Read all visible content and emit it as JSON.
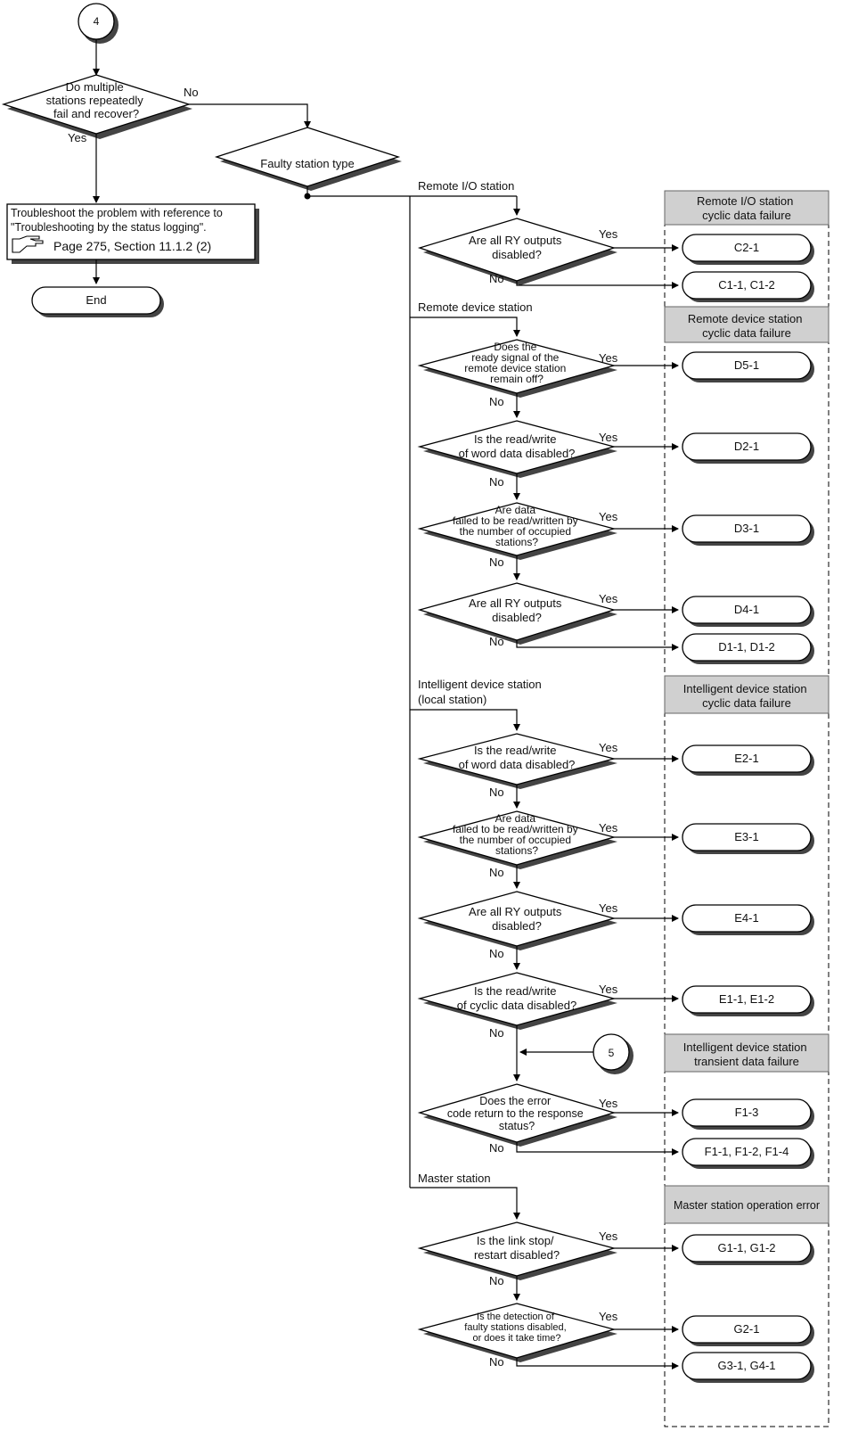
{
  "connectors": {
    "start": "4",
    "entry5": "5"
  },
  "start_decision": {
    "lines": [
      "Do multiple",
      "stations repeatedly",
      "fail and recover?"
    ],
    "yes": "Yes",
    "no": "No"
  },
  "troubleshoot": {
    "lines": [
      "Troubleshoot the problem with reference to",
      "\"Troubleshooting by the status logging\"."
    ],
    "ref": "Page 275, Section 11.1.2 (2)",
    "ref_icon": "pointing-hand-icon"
  },
  "end_label": "End",
  "station_type": "Faulty station type",
  "branches": {
    "remote_io": "Remote I/O station",
    "remote_device": "Remote device station",
    "intelligent_1": "Intelligent device station",
    "intelligent_2": "(local station)",
    "master": "Master station"
  },
  "categories": {
    "remote_io": [
      "Remote I/O station",
      "cyclic data failure"
    ],
    "remote_device": [
      "Remote device station",
      "cyclic data failure"
    ],
    "intelligent_cyclic": [
      "Intelligent device station",
      "cyclic data failure"
    ],
    "intelligent_transient": [
      "Intelligent device station",
      "transient data failure"
    ],
    "master": [
      "Master station operation error"
    ]
  },
  "decisions": {
    "io_ry": [
      "Are all RY outputs",
      "disabled?"
    ],
    "rd_ready": [
      "Does the",
      "ready signal of the",
      "remote device station",
      "remain off?"
    ],
    "rd_word": [
      "Is the read/write",
      "of word data disabled?"
    ],
    "rd_occ": [
      "Are data",
      "failed to be read/written by",
      "the number of occupied",
      "stations?"
    ],
    "rd_ry": [
      "Are all RY outputs",
      "disabled?"
    ],
    "id_word": [
      "Is the read/write",
      "of word data disabled?"
    ],
    "id_occ": [
      "Are data",
      "failed to be read/written by",
      "the number of occupied",
      "stations?"
    ],
    "id_ry": [
      "Are all RY outputs",
      "disabled?"
    ],
    "id_cyc": [
      "Is the read/write",
      "of cyclic data disabled?"
    ],
    "id_err": [
      "Does the error",
      "code return to the response",
      "status?"
    ],
    "ms_link": [
      "Is the link stop/",
      "restart disabled?"
    ],
    "ms_detect": [
      "Is the detection of",
      "faulty stations disabled,",
      "or does it take time?"
    ]
  },
  "results": {
    "c2_1": "C2-1",
    "c1": "C1-1, C1-2",
    "d5_1": "D5-1",
    "d2_1": "D2-1",
    "d3_1": "D3-1",
    "d4_1": "D4-1",
    "d1": "D1-1, D1-2",
    "e2_1": "E2-1",
    "e3_1": "E3-1",
    "e4_1": "E4-1",
    "e1": "E1-1, E1-2",
    "f1_3": "F1-3",
    "f1": "F1-1, F1-2, F1-4",
    "g1": "G1-1, G1-2",
    "g2_1": "G2-1",
    "g3": "G3-1, G4-1"
  },
  "yes": "Yes",
  "no": "No"
}
